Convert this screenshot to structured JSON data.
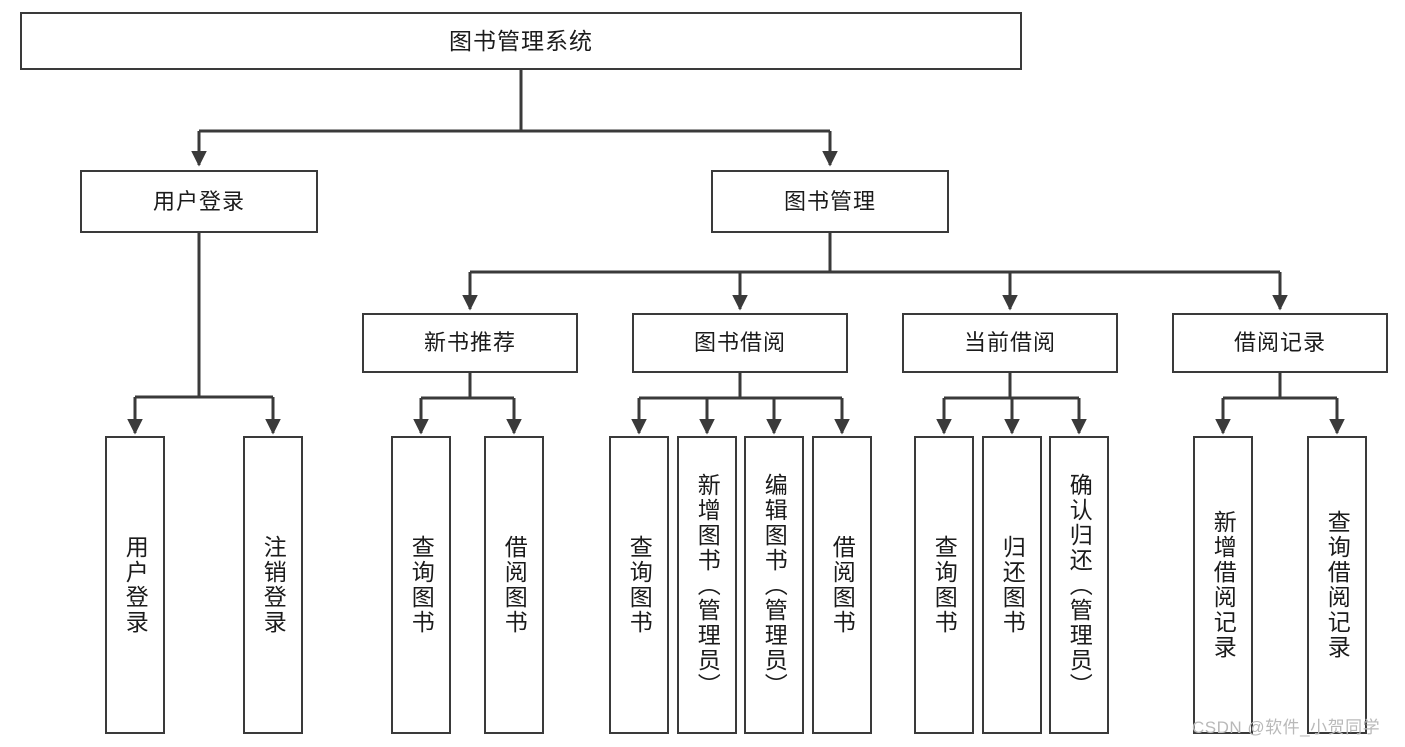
{
  "diagram": {
    "type": "tree-hierarchy-flowchart",
    "title": "图书管理系统",
    "line_color": "#3a3a3a",
    "box_fill": "#ffffff",
    "text_color": "#1b1b1b"
  },
  "nodes": {
    "root": {
      "label": "图书管理系统",
      "orientation": "horizontal"
    },
    "level1": [
      {
        "id": "user-login",
        "label": "用户登录",
        "orientation": "horizontal"
      },
      {
        "id": "book-manage",
        "label": "图书管理",
        "orientation": "horizontal"
      }
    ],
    "level2": [
      {
        "id": "new-book-recommend",
        "label": "新书推荐",
        "orientation": "horizontal"
      },
      {
        "id": "book-borrow",
        "label": "图书借阅",
        "orientation": "horizontal"
      },
      {
        "id": "current-borrow",
        "label": "当前借阅",
        "orientation": "horizontal"
      },
      {
        "id": "borrow-record",
        "label": "借阅记录",
        "orientation": "horizontal"
      }
    ],
    "leaves": [
      {
        "id": "leaf-user-login",
        "label": "用户登录",
        "parent": "user-login",
        "orientation": "vertical"
      },
      {
        "id": "leaf-logout-login",
        "label": "注销登录",
        "parent": "user-login",
        "orientation": "vertical"
      },
      {
        "id": "leaf-query-book-1",
        "label": "查询图书",
        "parent": "new-book-recommend",
        "orientation": "vertical"
      },
      {
        "id": "leaf-borrow-book-1",
        "label": "借阅图书",
        "parent": "new-book-recommend",
        "orientation": "vertical"
      },
      {
        "id": "leaf-query-book-2",
        "label": "查询图书",
        "parent": "book-borrow",
        "orientation": "vertical"
      },
      {
        "id": "leaf-add-book",
        "label": "新增图书（管理员）",
        "parent": "book-borrow",
        "orientation": "vertical"
      },
      {
        "id": "leaf-edit-book",
        "label": "编辑图书（管理员）",
        "parent": "book-borrow",
        "orientation": "vertical"
      },
      {
        "id": "leaf-borrow-book-2",
        "label": "借阅图书",
        "parent": "book-borrow",
        "orientation": "vertical"
      },
      {
        "id": "leaf-query-book-3",
        "label": "查询图书",
        "parent": "current-borrow",
        "orientation": "vertical"
      },
      {
        "id": "leaf-return-book",
        "label": "归还图书",
        "parent": "current-borrow",
        "orientation": "vertical"
      },
      {
        "id": "leaf-confirm-return",
        "label": "确认归还（管理员）",
        "parent": "current-borrow",
        "orientation": "vertical"
      },
      {
        "id": "leaf-add-record",
        "label": "新增借阅记录",
        "parent": "borrow-record",
        "orientation": "vertical"
      },
      {
        "id": "leaf-query-record",
        "label": "查询借阅记录",
        "parent": "borrow-record",
        "orientation": "vertical"
      }
    ]
  },
  "watermark": {
    "text": "CSDN @软件_小贺同学"
  }
}
